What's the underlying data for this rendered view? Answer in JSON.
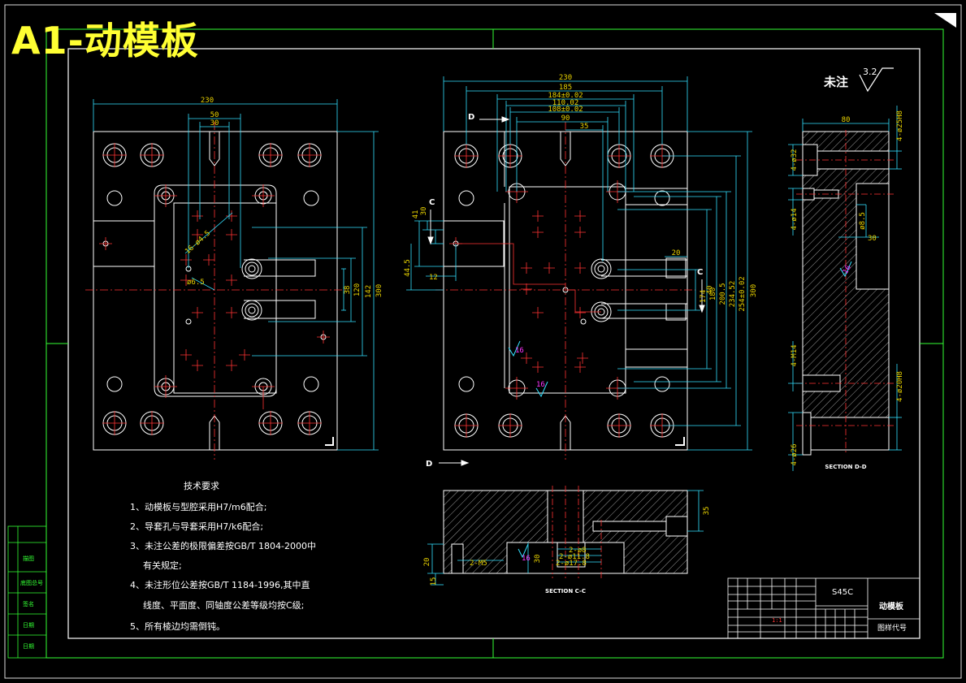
{
  "title": "A1-动模板",
  "roughness": {
    "label": "未注",
    "value": "3.2"
  },
  "plan_view": {
    "dims_top": [
      "230",
      "50",
      "30"
    ],
    "dims_right": [
      "38",
      "120",
      "142",
      "300"
    ],
    "callouts": [
      "16-ø4.5",
      "ø6.5"
    ]
  },
  "front_view": {
    "dims_top": [
      "230",
      "185",
      "184±0.02",
      "110.02",
      "108±0.02",
      "90",
      "35"
    ],
    "dims_left": [
      "41",
      "30",
      "44.5",
      "12"
    ],
    "dims_right": [
      "20",
      "40",
      "174",
      "180",
      "200.5",
      "234.52",
      "254±0.02",
      "300"
    ],
    "section_marks": [
      "D",
      "C",
      "C",
      "D"
    ],
    "roughness_marks": [
      "16",
      "16"
    ]
  },
  "section_cc": {
    "caption": "SECTION C-C",
    "dims": [
      "35",
      "20",
      "15",
      "30",
      "2-M5",
      "2-ø8",
      "2-ø11.8",
      "2-ø17.8"
    ],
    "roughness": "16"
  },
  "section_dd": {
    "caption": "SECTION D-D",
    "dims": [
      "80",
      "4-ø32",
      "4-ø14",
      "ø8.5",
      "30",
      "4-ø25H8",
      "4-M14",
      "4-ø20H8",
      "4-ø26"
    ],
    "roughness": "16"
  },
  "tech_requirements": {
    "heading": "技术要求",
    "items": [
      "1、动模板与型腔采用H7/m6配合;",
      "2、导套孔与导套采用H7/k6配合;",
      "3、未注公差的极限偏差按GB/T 1804-2000中",
      "有关规定;",
      "4、未注形位公差按GB/T 1184-1996,其中直",
      "线度、平面度、同轴度公差等级均按C级;",
      "5、所有棱边均需倒钝。"
    ]
  },
  "title_block": {
    "material": "S45C",
    "part_name": "动模板",
    "drawing_no_label": "图样代号",
    "scale_mark": "1:1"
  },
  "side_strip": [
    "描图",
    "底图总号",
    "签名",
    "日期",
    "日期"
  ],
  "colors": {
    "background": "#000000",
    "outline": "#ffffff",
    "dimension": "#e8d200",
    "hidden": "#33e0ff",
    "center": "#ff3333",
    "frame": "#33ff33",
    "title": "#ffff33",
    "roughness": "#ff33ff"
  }
}
